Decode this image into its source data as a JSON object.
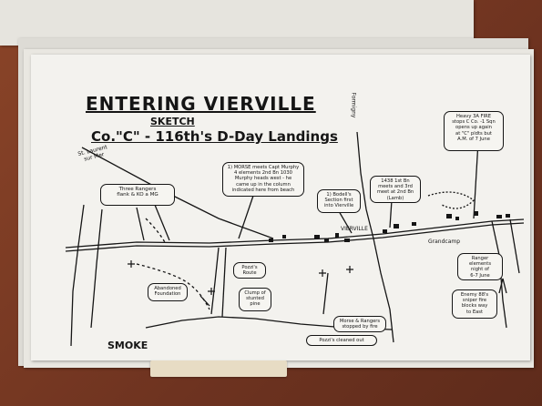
{
  "map": {
    "title": "ENTERING  VIERVILLE",
    "subtitle": "SKETCH",
    "heading": "Co.\"C\" - 116th's  D-Day Landings",
    "place_labels": {
      "vierville": "VIERVILLE",
      "st_laurent": "St. Laurent\nsur Mer",
      "formigny": "Formigny",
      "grandcamp": "Grandcamp",
      "smoke": "SMOKE"
    },
    "boxes": {
      "heavy_fire": "Heavy 3A FIRE\nstops C Co. -1 Sqn\nopens up again\nat \"C\" pldts but\nA.M. of 7 June",
      "morse": "1) MORSE meets Capt Murphy\n4 elements 2nd Bn 1030\nMurphy heads west - he\ncame up in the column\nindicated here from beach",
      "three_rangers": "Three Rangers\nflank & KO a MG",
      "bn_meet": "1438 1st Bn\nmeets and 3rd\nmeet at 2nd Bn\n(Lamb)",
      "bodell": "1) Bodell's\nSection first\ninto Vierville",
      "ranger_elements": "Ranger\nelements\nnight of\n6-7 June",
      "sniper": "Enemy 88's\nsniper fire\nblocks way\nto East",
      "pozzi_route": "Pozzi's\nRoute",
      "clump": "Clump of\nstunted\npine",
      "abandoned": "Abandoned\nFoundation",
      "morse_ranger": "Morse & Rangers\nstopped by fire",
      "pozzi_cleaned": "Pozzi's cleaned out"
    },
    "margin_stamp": "",
    "folder_tab": ""
  }
}
